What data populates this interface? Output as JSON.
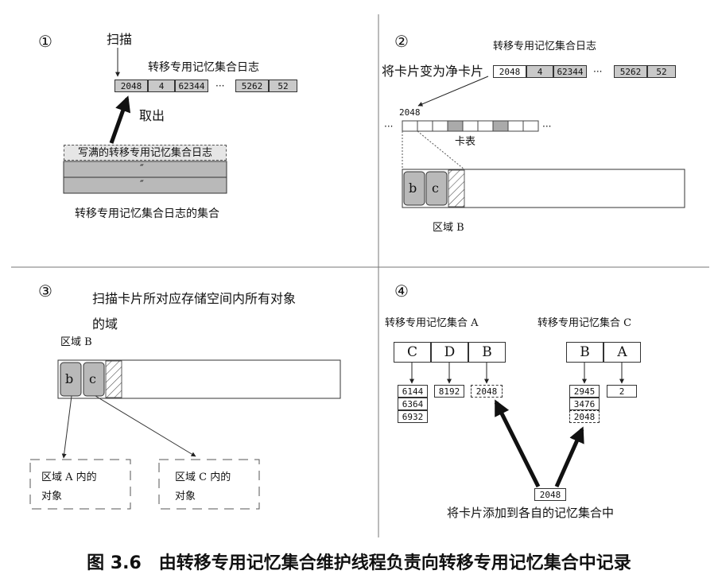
{
  "caption": "图 3.6　由转移专用记忆集合维护线程负责向转移专用记忆集合中记录",
  "panel1": {
    "num": "①",
    "scan": "扫描",
    "log_title": "转移专用记忆集合日志",
    "log_cells": [
      "2048",
      "4",
      "62344"
    ],
    "log_tail_cells": [
      "5262",
      "52"
    ],
    "ellipsis": "···",
    "take_out": "取出",
    "full_log": "写满的转移专用记忆集合日志",
    "ditto": "″",
    "set_label": "转移专用记忆集合日志的集合"
  },
  "panel2": {
    "num": "②",
    "log_title": "转移专用记忆集合日志",
    "action": "将卡片变为净卡片",
    "log_cells": [
      "2048",
      "4",
      "62344"
    ],
    "log_tail_cells": [
      "5262",
      "52"
    ],
    "ellipsis": "···",
    "card_index": "2048",
    "card_table_label": "卡表",
    "obj_b": "b",
    "obj_c": "c",
    "region_label": "区域 B"
  },
  "panel3": {
    "num": "③",
    "desc_line1": "扫描卡片所对应存储空间内所有对象",
    "desc_line2": "的域",
    "region_label": "区域 B",
    "obj_b": "b",
    "obj_c": "c",
    "box_a_line1": "区域 A 内的",
    "box_a_line2": "对象",
    "box_c_line1": "区域 C 内的",
    "box_c_line2": "对象"
  },
  "panel4": {
    "num": "④",
    "set_a_title": "转移专用记忆集合 A",
    "set_c_title": "转移专用记忆集合 C",
    "set_a_keys": [
      "C",
      "D",
      "B"
    ],
    "set_c_keys": [
      "B",
      "A"
    ],
    "col_a_c": [
      "6144",
      "6364",
      "6932"
    ],
    "col_a_d": [
      "8192"
    ],
    "col_a_b": [
      "2048"
    ],
    "col_c_b": [
      "2945",
      "3476",
      "2048"
    ],
    "col_c_a": [
      "2"
    ],
    "card": "2048",
    "add_label": "将卡片添加到各自的记忆集合中"
  }
}
